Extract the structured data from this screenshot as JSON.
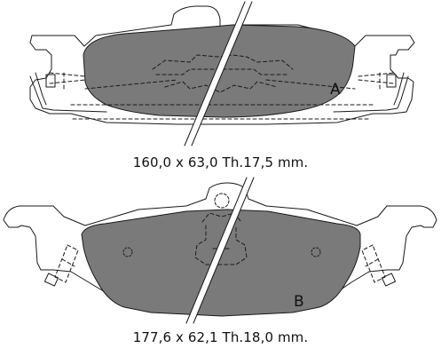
{
  "pads": [
    {
      "label": "A",
      "dimensions": "160,0 x 63,0  Th.17,5 mm."
    },
    {
      "label": "B",
      "dimensions": "177,6 x 62,1  Th.18,0 mm."
    }
  ],
  "colors": {
    "pad_fill": "#7a7a7a",
    "outline": "#1a1a1a",
    "background": "#ffffff"
  }
}
